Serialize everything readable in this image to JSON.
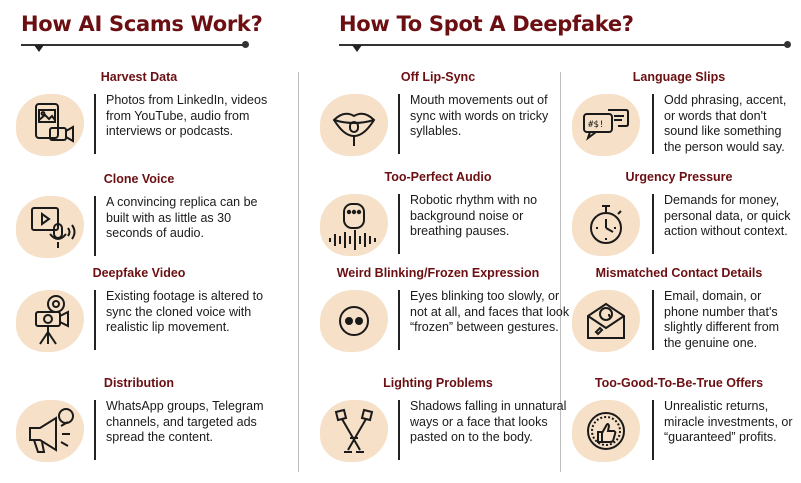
{
  "left_section": {
    "title": "How AI Scams Work?",
    "cards": [
      {
        "title": "Harvest Data",
        "text": "Photos from LinkedIn, videos from YouTube, audio from interviews or podcasts.",
        "icon": "photo-video-icon"
      },
      {
        "title": "Clone Voice",
        "text": "A convincing replica can be built with as little as 30 seconds of audio.",
        "icon": "microphone-screen-icon"
      },
      {
        "title": "Deepfake Video",
        "text": "Existing footage is altered to sync the cloned voice with realistic lip movement.",
        "icon": "video-camera-icon"
      },
      {
        "title": "Distribution",
        "text": "WhatsApp groups, Telegram channels, and targeted ads spread the content.",
        "icon": "megaphone-icon"
      }
    ]
  },
  "right_section": {
    "title": "How To Spot A Deepfake?",
    "cards": [
      {
        "title": "Off Lip-Sync",
        "text": "Mouth movements out of sync with words on tricky syllables.",
        "icon": "lips-icon"
      },
      {
        "title": "Language Slips",
        "text": "Odd phrasing, accent, or words that don't sound like something the person would say.",
        "icon": "speech-bubbles-icon"
      },
      {
        "title": "Too-Perfect Audio",
        "text": "Robotic rhythm with no background noise or breathing pauses.",
        "icon": "audio-wave-icon"
      },
      {
        "title": "Urgency Pressure",
        "text": "Demands for money, personal data, or quick action without context.",
        "icon": "stopwatch-icon"
      },
      {
        "title": "Weird Blinking/Frozen Expression",
        "text": "Eyes blinking too slowly, or not at all, and faces that look “frozen” between gestures.",
        "icon": "eyes-icon"
      },
      {
        "title": "Mismatched Contact Details",
        "text": "Email, domain, or phone number that's slightly different from the genuine one.",
        "icon": "contact-envelope-icon"
      },
      {
        "title": "Lighting Problems",
        "text": "Shadows falling in unnatural ways or a face that looks pasted on to the body.",
        "icon": "studio-lights-icon"
      },
      {
        "title": "Too-Good-To-Be-True Offers",
        "text": "Unrealistic returns, miracle investments, or “guaranteed” profits.",
        "icon": "thumbs-up-badge-icon"
      }
    ]
  },
  "colors": {
    "title": "#6b0f12",
    "blob": "#f6e0c8",
    "text": "#1a1a1a"
  }
}
